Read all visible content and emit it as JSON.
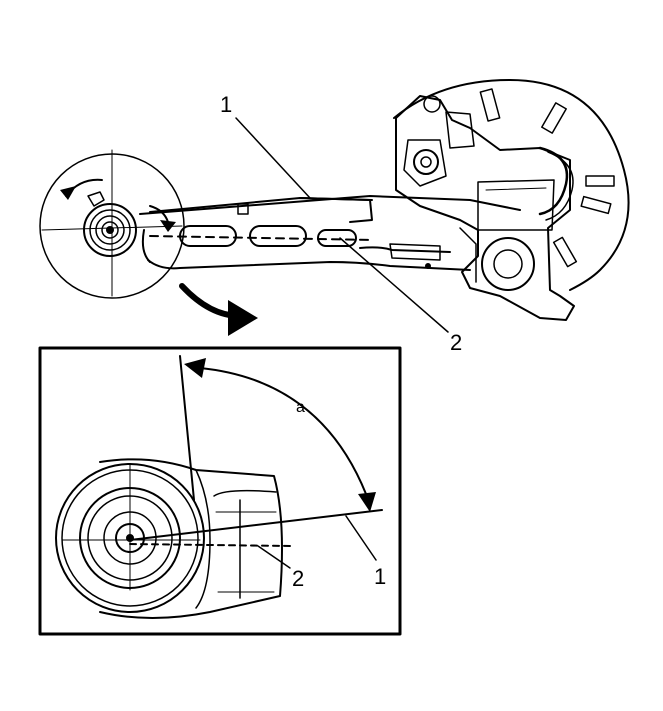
{
  "callouts": {
    "top_arm": "1",
    "top_mark": "2",
    "detail_arm": "1",
    "detail_mark": "2",
    "angle": "a"
  },
  "colors": {
    "line": "#000000",
    "background": "#ffffff"
  }
}
